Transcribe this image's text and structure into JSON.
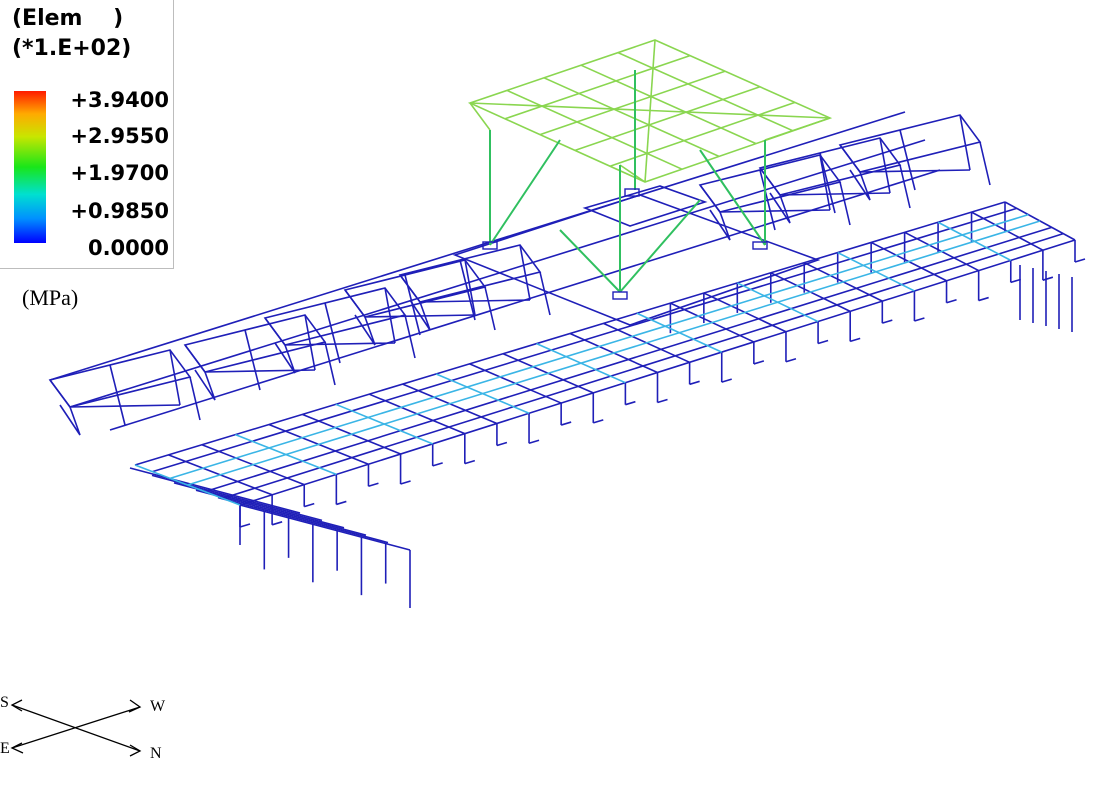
{
  "legend": {
    "title_line1": "(Elem    )",
    "title_line2": "(*1.E+02)",
    "labels": [
      "+3.9400",
      "+2.9550",
      "+1.9700",
      "+0.9850",
      "0.0000"
    ],
    "unit": "(MPa)",
    "colors": [
      "#ff1b00",
      "#ffaa00",
      "#c8e600",
      "#19e619",
      "#00e0d0",
      "#0090ff",
      "#0000ff"
    ]
  },
  "compass": {
    "left_top": "S",
    "right_top": "W",
    "left_bottom": "E",
    "right_bottom": "N"
  },
  "structure_colors": {
    "low": "#1f1fb8",
    "mid": "#3ab5e6",
    "upper": "#8ad650",
    "column": "#30c060"
  }
}
